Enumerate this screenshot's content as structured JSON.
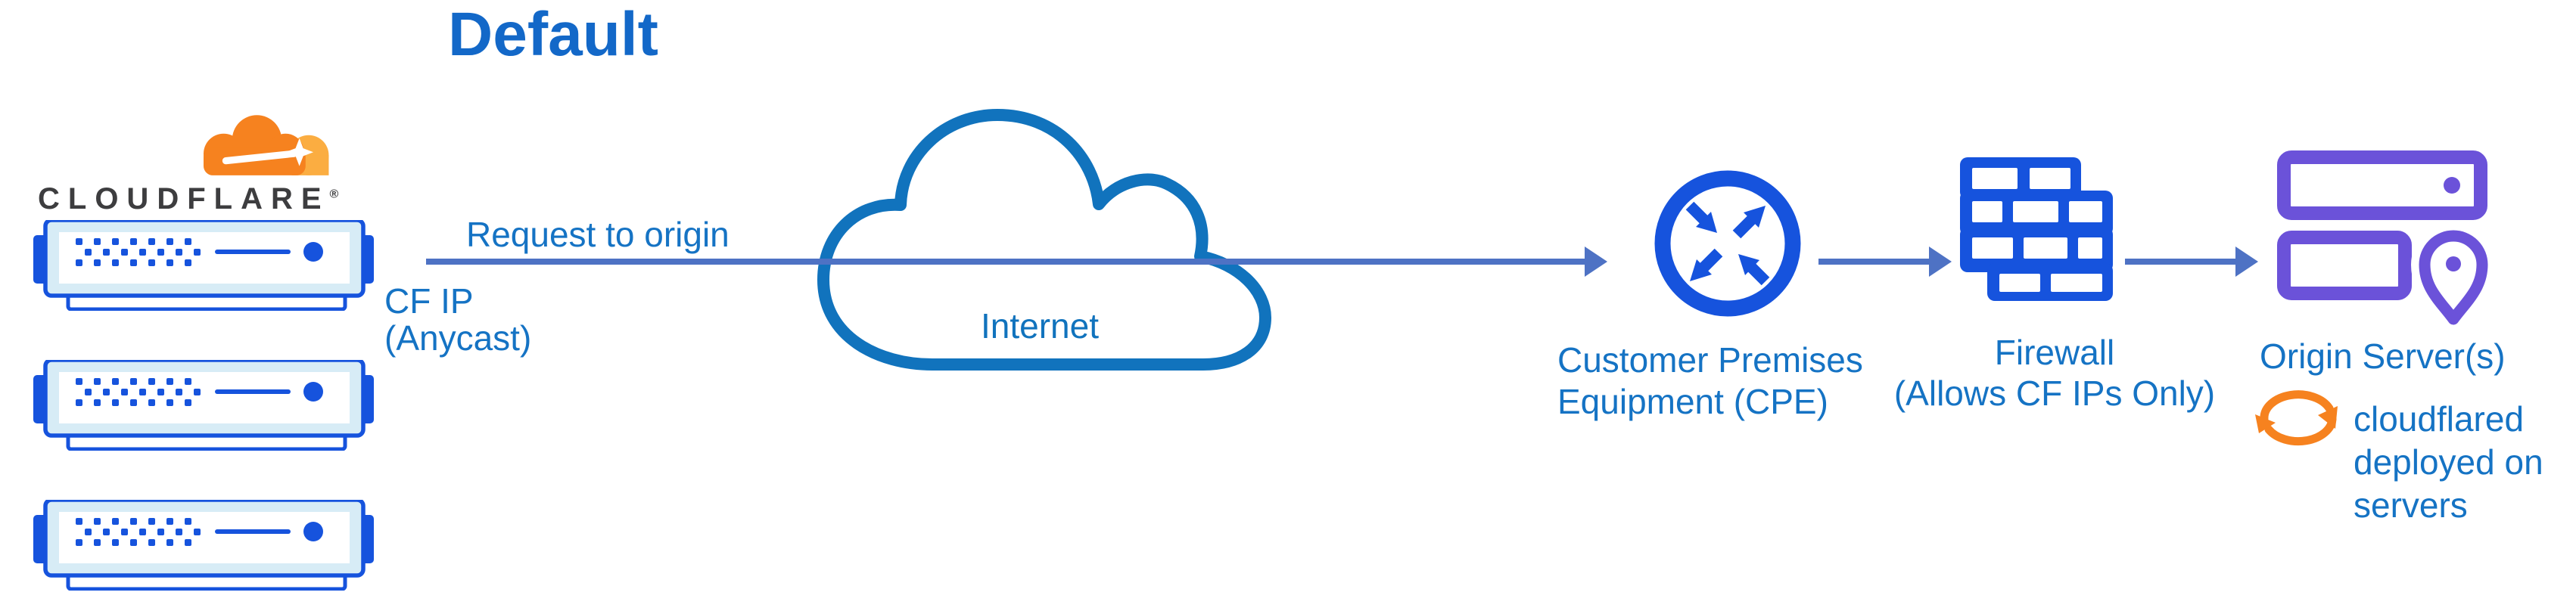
{
  "title": "Default",
  "colors": {
    "title_blue": "#1368c8",
    "label_blue": "#1573c4",
    "icon_blue": "#1653dd",
    "arrow_blue": "#4e72c4",
    "cloud_blue": "#1173bd",
    "server_fill": "#d7ecf6",
    "purple": "#6b52d9",
    "orange": "#f6821f",
    "orange_light": "#fbad41",
    "wordmark_gray": "#3d3d3f",
    "background": "#ffffff"
  },
  "cloudflare_logo": {
    "wordmark": "CLOUDFLARE",
    "registered_mark": "®"
  },
  "edge_labels": {
    "request_to_origin": "Request to origin",
    "cf_ip": "CF IP",
    "cf_ip_detail": "(Anycast)"
  },
  "nodes": {
    "internet": {
      "label": "Internet"
    },
    "cpe": {
      "label_line1": "Customer Premises",
      "label_line2": "Equipment (CPE)"
    },
    "firewall": {
      "label_line1": "Firewall",
      "label_line2": "(Allows CF IPs Only)"
    },
    "origin": {
      "label": "Origin Server(s)",
      "note_line1": "cloudflared",
      "note_line2": "deployed on",
      "note_line3": "servers"
    }
  }
}
